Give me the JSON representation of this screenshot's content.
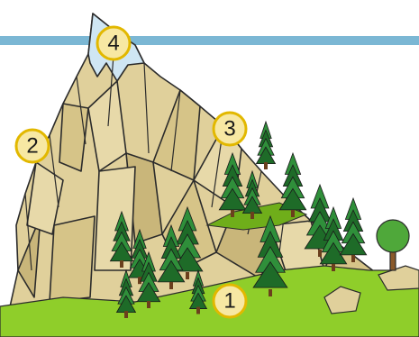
{
  "markers": [
    {
      "id": "m1",
      "label": "1"
    },
    {
      "id": "m2",
      "label": "2"
    },
    {
      "id": "m3",
      "label": "3"
    },
    {
      "id": "m4",
      "label": "4"
    }
  ],
  "colors": {
    "top_bar": "#7bb7d4",
    "sky_cap": "#cfe6f3",
    "rock": "#e0d09b",
    "rock_shade": "#c9b67a",
    "rock_outline": "#2b2b2b",
    "grass": "#8fce2a",
    "grass_dark": "#6fae1a",
    "tree": "#2f8f3a",
    "tree_dark": "#1e6b28",
    "badge_fill": "#f7e8a3",
    "badge_border": "#e2b800"
  }
}
